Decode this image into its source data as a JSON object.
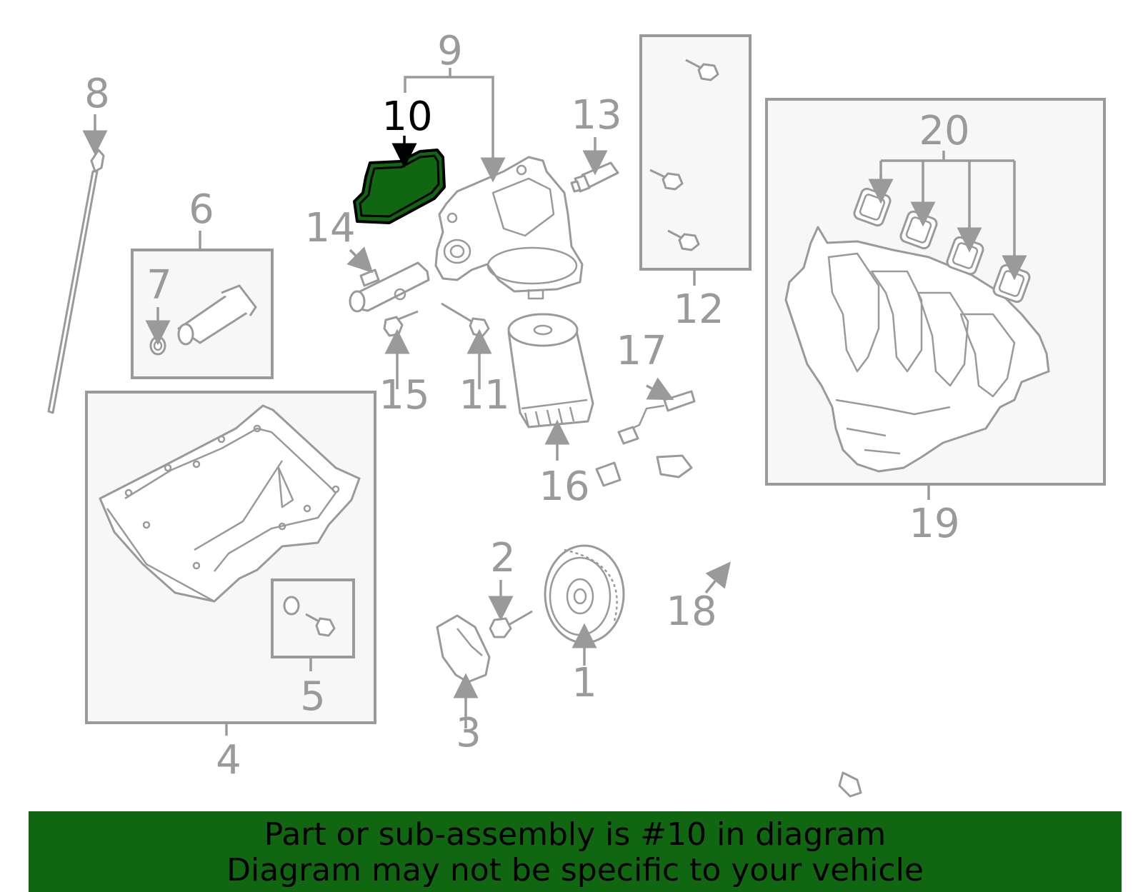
{
  "callouts": {
    "c1": "1",
    "c2": "2",
    "c3": "3",
    "c4": "4",
    "c5": "5",
    "c6": "6",
    "c7": "7",
    "c8": "8",
    "c9": "9",
    "c10": "10",
    "c11": "11",
    "c12": "12",
    "c13": "13",
    "c14": "14",
    "c15": "15",
    "c16": "16",
    "c17": "17",
    "c18": "18",
    "c19": "19",
    "c20": "20"
  },
  "highlight": {
    "part": "10",
    "color": "#116611"
  },
  "banner": {
    "line1": "Part or sub-assembly is #10 in diagram",
    "line2": "Diagram may not be specific to your vehicle",
    "background": "#116611"
  }
}
